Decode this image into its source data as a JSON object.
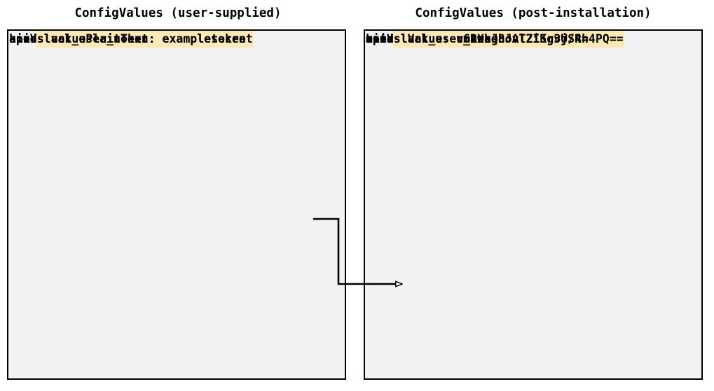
{
  "figure": {
    "type": "diagram",
    "background": "#ffffff",
    "panel_background": "#f2f2f2",
    "panel_border": "#000000",
    "highlight_color": "#fde9b5",
    "text_color": "#000000"
  },
  "panels": [
    {
      "id": "user-supplied",
      "title": "ConfigValues (user-supplied)",
      "lines": [
        {
          "text": "apiVersion: kots.io/v1beta1",
          "highlight": false
        },
        {
          "text": "kind: ConfigValues",
          "highlight": false
        },
        {
          "text": "spec:",
          "highlight": false
        },
        {
          "text": "  values:",
          "highlight": false
        },
        {
          "text": "    service_type:",
          "highlight": false
        },
        {
          "text": "      default: cluster_ip",
          "highlight": false
        },
        {
          "text": "      value: node_port",
          "highlight": false
        },
        {
          "text": "    slack_clientsecret:",
          "highlight": true
        },
        {
          "text": "      valuePlainText: examplesecret",
          "highlight": true
        },
        {
          "text": "    slack_user_token:",
          "highlight": false
        },
        {
          "text": "      valuePlainText: exampletoken",
          "highlight": false
        }
      ]
    },
    {
      "id": "post-installation",
      "title": "ConfigValues (post-installation)",
      "lines": [
        {
          "text": "apiVersion: kots.io/v1beta1",
          "highlight": false
        },
        {
          "text": "kind: ConfigValues",
          "highlight": false
        },
        {
          "text": "metadata:",
          "highlight": false
        },
        {
          "text": "  creationTimestamp: null",
          "highlight": false
        },
        {
          "text": "  name: slackernews",
          "highlight": false
        },
        {
          "text": "spec:",
          "highlight": false
        },
        {
          "text": "  values:",
          "highlight": false
        },
        {
          "text": "    service_type:",
          "highlight": false
        },
        {
          "text": "      default: cluster_ip",
          "highlight": false
        },
        {
          "text": "      value: node_port",
          "highlight": false
        },
        {
          "text": "    slack_clientsecret:",
          "highlight": true
        },
        {
          "text": "      value: v6awag8ovTZIKrvU/Rh4PQ==",
          "highlight": true
        },
        {
          "text": "    slack_user_token:",
          "highlight": false
        },
        {
          "text": "      Value: umRXcJhJAl2i5g3jS4=",
          "highlight": false
        }
      ]
    }
  ],
  "connector": {
    "from_label": "valuePlainText: examplesecret",
    "to_label": "value: v6awag8ovTZIKrvU/Rh4PQ==",
    "arrowhead": "hollow-triangle",
    "color": "#000000"
  }
}
